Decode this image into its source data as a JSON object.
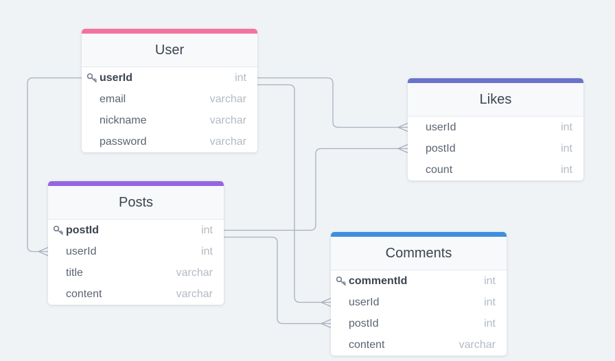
{
  "colors": {
    "background": "#f0f3f6",
    "connector": "#a6b0bd"
  },
  "tables": [
    {
      "name": "User",
      "accent": "#f2739c",
      "columns": [
        {
          "name": "userId",
          "type": "int",
          "pk": true
        },
        {
          "name": "email",
          "type": "varchar",
          "pk": false
        },
        {
          "name": "nickname",
          "type": "varchar",
          "pk": false
        },
        {
          "name": "password",
          "type": "varchar",
          "pk": false
        }
      ]
    },
    {
      "name": "Likes",
      "accent": "#6a72cc",
      "columns": [
        {
          "name": "userId",
          "type": "int",
          "pk": false
        },
        {
          "name": "postId",
          "type": "int",
          "pk": false
        },
        {
          "name": "count",
          "type": "int",
          "pk": false
        }
      ]
    },
    {
      "name": "Posts",
      "accent": "#9466e0",
      "columns": [
        {
          "name": "postId",
          "type": "int",
          "pk": true
        },
        {
          "name": "userId",
          "type": "int",
          "pk": false
        },
        {
          "name": "title",
          "type": "varchar",
          "pk": false
        },
        {
          "name": "content",
          "type": "varchar",
          "pk": false
        }
      ]
    },
    {
      "name": "Comments",
      "accent": "#3d8fde",
      "columns": [
        {
          "name": "commentId",
          "type": "int",
          "pk": true
        },
        {
          "name": "userId",
          "type": "int",
          "pk": false
        },
        {
          "name": "postId",
          "type": "int",
          "pk": false
        },
        {
          "name": "content",
          "type": "varchar",
          "pk": false
        }
      ]
    }
  ],
  "relations": [
    {
      "from": "User.userId",
      "to": "Likes.userId",
      "cardinality": "one-to-many"
    },
    {
      "from": "User.userId",
      "to": "Posts.userId",
      "cardinality": "one-to-many"
    },
    {
      "from": "User.userId",
      "to": "Comments.userId",
      "cardinality": "one-to-many"
    },
    {
      "from": "Posts.postId",
      "to": "Likes.postId",
      "cardinality": "one-to-many"
    },
    {
      "from": "Posts.postId",
      "to": "Comments.postId",
      "cardinality": "one-to-many"
    }
  ]
}
